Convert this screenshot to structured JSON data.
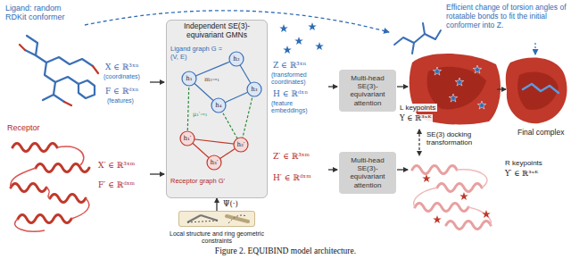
{
  "diagram": {
    "caption": "Figure 2. EQUIBIND model architecture.",
    "nodes": [
      {
        "text": [
          "Independent SE(3)-equivariant GMNs",
          "Ligand graph G = (V, E)",
          "Receptor graph G′"
        ]
      },
      {
        "text": [
          "Multi-head SE(3)-equivariant attention"
        ]
      },
      {
        "text": [
          "Multi-head SE(3)-equivariant attention"
        ]
      },
      {
        "text": [
          "Local structure and ring geometric constraints"
        ]
      }
    ],
    "edges": [
      {
        "from": 3,
        "to": 0,
        "arrow": "to",
        "label": "Ψ(·)"
      }
    ],
    "labels": [
      "Ligand: random RDKit conformer",
      "X ∈ ℝ³ˣⁿ",
      "(coordinates)",
      "F ∈ ℝᵈˣⁿ",
      "(features)",
      "Receptor",
      "X′ ∈ ℝ³ˣᵐ",
      "F′ ∈ ℝᵈˣᵐ",
      "h₁",
      "h₂",
      "h₃",
      "h₄",
      "m₂→₁",
      "μ₁′→₁",
      "h₁′",
      "h₂′",
      "h₃′",
      "Z ∈ ℝ³ˣⁿ",
      "(transformed coordinates)",
      "H ∈ ℝᵈˣⁿ",
      "(feature embeddings)",
      "Z′ ∈ ℝ³ˣᵐ",
      "H′ ∈ ℝᵈˣᵐ",
      "Efficient change of torsion angles of rotatable bonds to fit the initial conformer into Z.",
      "L keypoints",
      "Y ∈ ℝ³ˣᴷ",
      "SE(3) docking transformation",
      "R keypoints",
      "Y′ ∈ ℝ³ˣᴷ",
      "Final complex"
    ]
  }
}
